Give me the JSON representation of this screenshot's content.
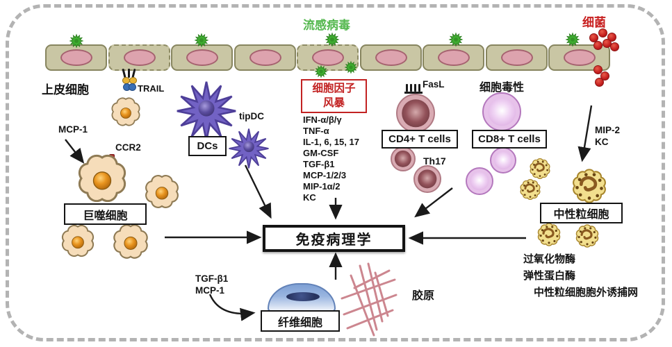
{
  "top": {
    "influenza_virus": "流感病毒",
    "bacteria": "细菌",
    "epithelial_cells": "上皮细胞"
  },
  "left_panel": {
    "trail": "TRAIL",
    "mcp1": "MCP-1",
    "ccr2": "CCR2",
    "macrophage_box": "巨噬细胞"
  },
  "dc_panel": {
    "dcs_box": "DCs",
    "tipdc": "tipDC"
  },
  "cytokine_storm": {
    "box_line1": "细胞因子",
    "box_line2": "风暴",
    "cytokines": [
      "IFN-α/β/γ",
      "TNF-α",
      "IL-1, 6, 15, 17",
      "GM-CSF",
      "TGF-β1",
      "MCP-1/2/3",
      "MIP-1α/2",
      "KC"
    ]
  },
  "t_cells": {
    "fasl": "FasL",
    "cd4_box": "CD4+ T cells",
    "th17": "Th17",
    "cytotoxicity": "细胞毒性",
    "cd8_box": "CD8+ T cells"
  },
  "neutrophil_panel": {
    "mip2": "MIP-2",
    "kc": "KC",
    "neutrophil_box": "中性粒细胞",
    "products": [
      "过氧化物酶",
      "弹性蛋白酶",
      "中性粒细胞胞外诱捕网"
    ]
  },
  "center": {
    "immunopathology_box": "免疫病理学"
  },
  "fibrosis": {
    "tgfb1": "TGF-β1",
    "mcp1": "MCP-1",
    "fibrocyte_box": "纤维细胞",
    "collagen": "胶原"
  },
  "colors": {
    "virus_green": "#3fae31",
    "influenza_text_green": "#55b84f",
    "bacteria_red": "#c41e1e",
    "storm_red": "#c22222",
    "epithelial_fill": "#c9c6a4",
    "nucleus_pink": "#dda3ae",
    "dc_purple": "#7262c4",
    "macrophage_tan": "#f6ddba",
    "cd4_maroon": "#6f3a40",
    "cd8_purple": "#d9a0de",
    "neutrophil_yellow": "#f2df8e",
    "fibrocyte_blue": "#8aa7d6",
    "collagen_pink": "#c4717c"
  }
}
